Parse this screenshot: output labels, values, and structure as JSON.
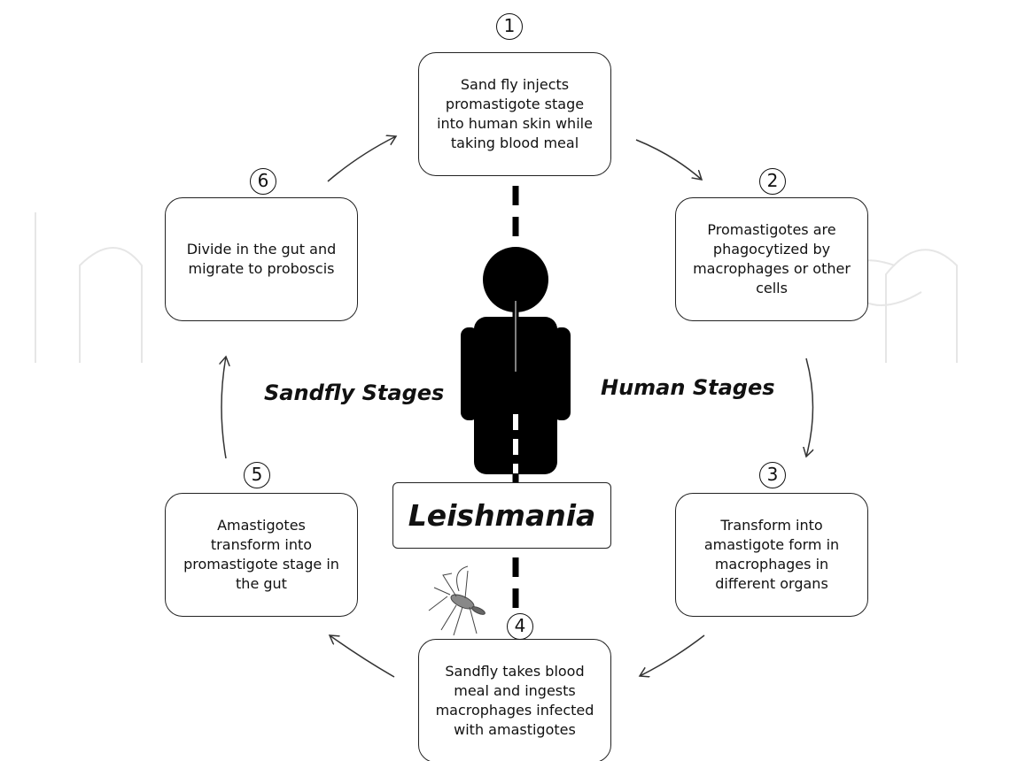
{
  "diagram": {
    "title": "Leishmania",
    "stage_labels": {
      "sandfly": "Sandfly Stages",
      "human": "Human Stages"
    },
    "steps": [
      {
        "number": "1",
        "lines": [
          "Sand fly injects",
          "promastigote stage",
          "into human skin while",
          "taking blood meal"
        ]
      },
      {
        "number": "2",
        "lines": [
          "Promastigotes are",
          "phagocytized by",
          "macrophages or other",
          "cells"
        ]
      },
      {
        "number": "3",
        "lines": [
          "Transform into",
          "amastigote form in",
          "macrophages in",
          "different organs"
        ]
      },
      {
        "number": "4",
        "lines": [
          "Sandfly takes blood",
          "meal and ingests",
          "macrophages infected",
          "with amastigotes"
        ]
      },
      {
        "number": "5",
        "lines": [
          "Amastigotes",
          "transform into",
          "promastigote stage in",
          "the gut"
        ]
      },
      {
        "number": "6",
        "lines": [
          "Divide in the gut and",
          "migrate to proboscis"
        ]
      }
    ],
    "icons": [
      "human-figure-icon",
      "sandfly-icon",
      "cycle-arrow-icon"
    ]
  }
}
